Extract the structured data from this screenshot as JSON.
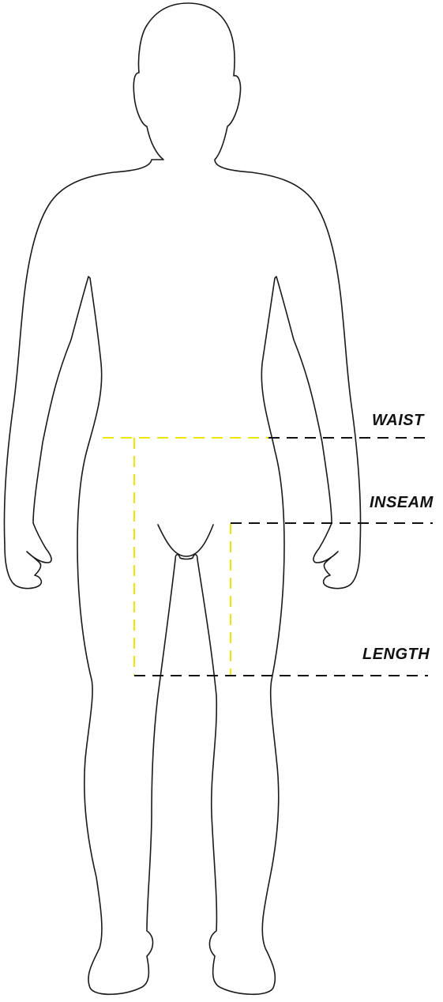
{
  "measurements": {
    "waist_label": "WAIST",
    "inseam_label": "INSEAM",
    "length_label": "LENGTH"
  },
  "colors": {
    "outline": "#1a1a1a",
    "guide_yellow": "#f2e600",
    "guide_black": "#111111",
    "background": "#ffffff"
  }
}
